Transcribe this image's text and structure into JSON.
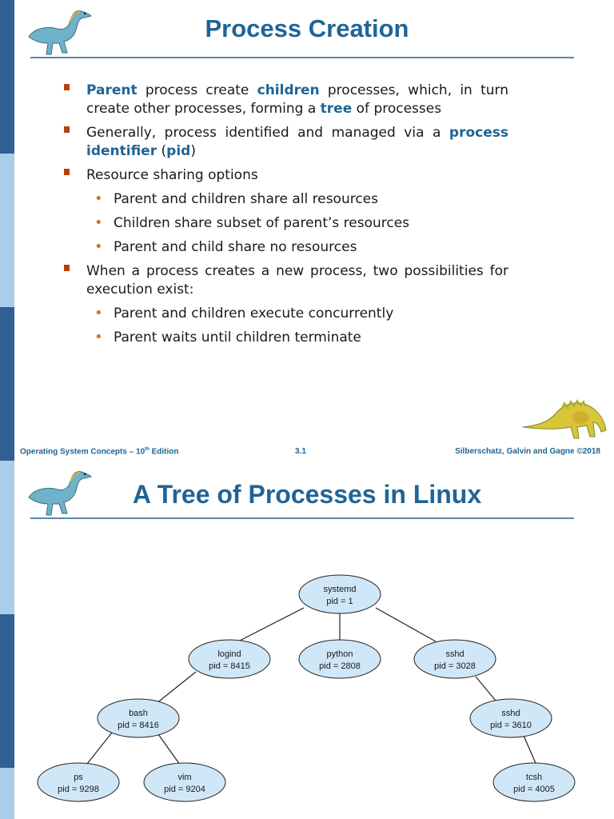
{
  "slide1": {
    "title": "Process Creation",
    "bullets": {
      "b1": {
        "w1": "Parent",
        "t1": " process create ",
        "w2": "children",
        "t2": " processes, which, in turn create other processes, forming a ",
        "w3": "tree",
        "t3": " of processes"
      },
      "b2": {
        "t1": "Generally, process identified and managed via a ",
        "w1": "process identifier",
        "t2": " (",
        "w2": "pid",
        "t3": ")"
      },
      "b3": {
        "text": "Resource sharing options",
        "subs": [
          "Parent and children share all resources",
          "Children share subset of parent’s resources",
          "Parent and child share no resources"
        ]
      },
      "b4": {
        "text": "When a process creates a new process, two possibilities for execution exist:",
        "subs": [
          "Parent and children execute concurrently",
          "Parent waits until children terminate"
        ]
      }
    },
    "footer": {
      "left": "Operating System Concepts – 10",
      "left_sup": "th",
      "left_end": " Edition",
      "center": "3.1",
      "right": "Silberschatz, Galvin and Gagne ©2018"
    }
  },
  "slide2": {
    "title": "A Tree of Processes in Linux",
    "nodes": {
      "systemd": {
        "name": "systemd",
        "pid": "pid = 1"
      },
      "logind": {
        "name": "logind",
        "pid": "pid = 8415"
      },
      "python": {
        "name": "python",
        "pid": "pid = 2808"
      },
      "sshd1": {
        "name": "sshd",
        "pid": "pid = 3028"
      },
      "bash": {
        "name": "bash",
        "pid": "pid = 8416"
      },
      "sshd2": {
        "name": "sshd",
        "pid": "pid = 3610"
      },
      "ps": {
        "name": "ps",
        "pid": "pid = 9298"
      },
      "vim": {
        "name": "vim",
        "pid": "pid = 9204"
      },
      "tcsh": {
        "name": "tcsh",
        "pid": "pid = 4005"
      }
    }
  },
  "colors": {
    "title": "#1f6497",
    "sidebar_dark": "#2f5f95",
    "sidebar_light": "#a9cdea",
    "node_fill": "#cfe7f7",
    "bullet_square": "#b7410e",
    "bullet_dot": "#d9771b"
  },
  "icons": {
    "logo": "dinosaur-icon",
    "corner": "dinosaur-icon"
  }
}
